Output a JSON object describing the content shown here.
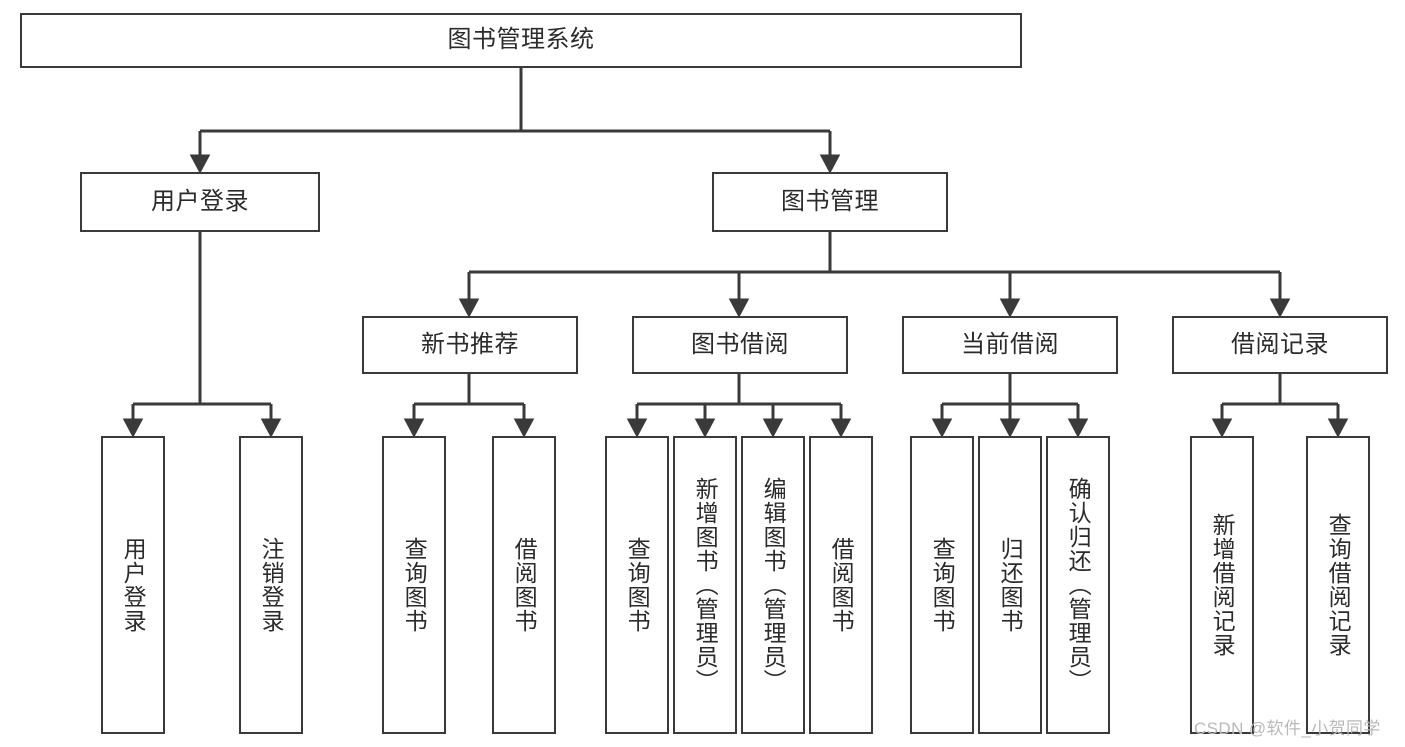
{
  "diagram": {
    "type": "hierarchy-tree",
    "title": "图书管理系统",
    "orientation": "top-down",
    "levels": 4,
    "colors": {
      "box_border": "#3a3a3a",
      "box_fill": "#ffffff",
      "connector": "#3a3a3a",
      "text": "#2b2b2b",
      "watermark": "#b9b9b9"
    }
  },
  "root": {
    "label": "图书管理系统"
  },
  "level2": [
    {
      "label": "用户登录"
    },
    {
      "label": "图书管理"
    }
  ],
  "level3": [
    {
      "label": "新书推荐"
    },
    {
      "label": "图书借阅"
    },
    {
      "label": "当前借阅"
    },
    {
      "label": "借阅记录"
    }
  ],
  "leaves": {
    "user_login": [
      {
        "label": "用户登录"
      },
      {
        "label": "注销登录"
      }
    ],
    "new_book_recommend": [
      {
        "label": "查询图书"
      },
      {
        "label": "借阅图书"
      }
    ],
    "book_borrow": [
      {
        "label": "查询图书"
      },
      {
        "label": "新增图书（管理员）"
      },
      {
        "label": "编辑图书（管理员）"
      },
      {
        "label": "借阅图书"
      }
    ],
    "current_borrow": [
      {
        "label": "查询图书"
      },
      {
        "label": "归还图书"
      },
      {
        "label": "确认归还（管理员）"
      }
    ],
    "borrow_record": [
      {
        "label": "新增借阅记录"
      },
      {
        "label": "查询借阅记录"
      }
    ]
  },
  "watermark": {
    "text": "CSDN @软件_小贺同学"
  }
}
